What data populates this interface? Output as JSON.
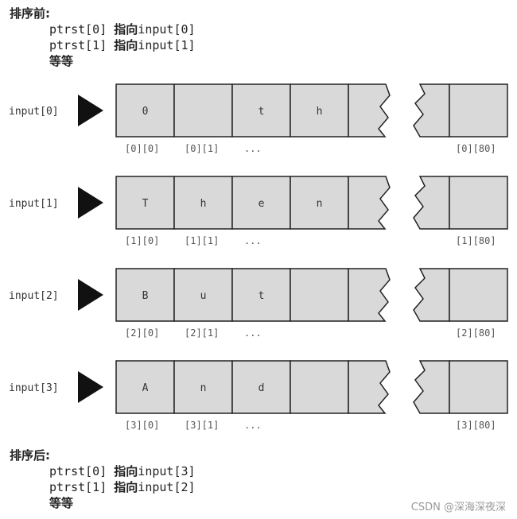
{
  "before": {
    "heading": "排序前:",
    "lines": [
      {
        "code": "ptrst[0] ",
        "cjk": "指向",
        "target": "input[0]"
      },
      {
        "code": "ptrst[1] ",
        "cjk": "指向",
        "target": "input[1]"
      }
    ],
    "etc": "等等"
  },
  "rows": [
    {
      "label": "input[0]",
      "cells": [
        "0",
        "",
        "t",
        "h",
        ""
      ],
      "index_first": "[0][0]",
      "index_second": "[0][1]",
      "ellipsis": "...",
      "index_last": "[0][80]"
    },
    {
      "label": "input[1]",
      "cells": [
        "T",
        "h",
        "e",
        "n",
        ""
      ],
      "index_first": "[1][0]",
      "index_second": "[1][1]",
      "ellipsis": "...",
      "index_last": "[1][80]"
    },
    {
      "label": "input[2]",
      "cells": [
        "B",
        "u",
        "t",
        "",
        ""
      ],
      "index_first": "[2][0]",
      "index_second": "[2][1]",
      "ellipsis": "...",
      "index_last": "[2][80]"
    },
    {
      "label": "input[3]",
      "cells": [
        "A",
        "n",
        "d",
        "",
        ""
      ],
      "index_first": "[3][0]",
      "index_second": "[3][1]",
      "ellipsis": "...",
      "index_last": "[3][80]"
    }
  ],
  "after": {
    "heading": "排序后:",
    "lines": [
      {
        "code": "ptrst[0] ",
        "cjk": "指向",
        "target": "input[3]"
      },
      {
        "code": "ptrst[1] ",
        "cjk": "指向",
        "target": "input[2]"
      }
    ],
    "etc": "等等"
  },
  "watermark": "CSDN @深海深夜深",
  "colors": {
    "cell_fill": "#d9d9d9",
    "stroke": "#222222",
    "arrow": "#111111",
    "index_text": "#555555"
  }
}
